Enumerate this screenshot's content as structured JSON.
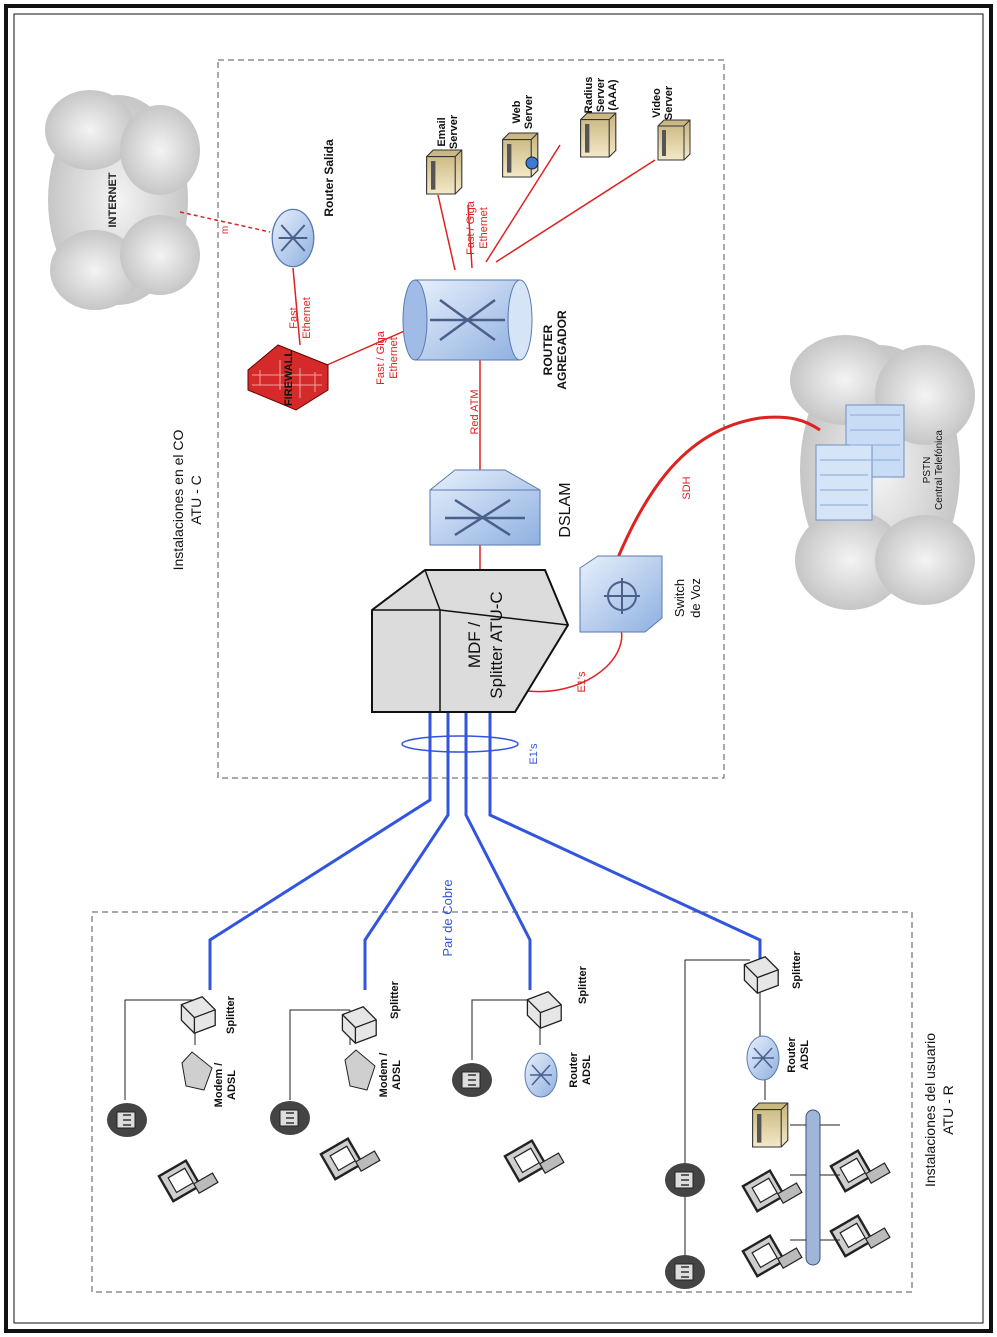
{
  "zones": {
    "co": {
      "title_line1": "Instalaciones en el CO",
      "title_line2": "ATU - C"
    },
    "user": {
      "title_line1": "Instalaciones del usuario",
      "title_line2": "ATU - R"
    }
  },
  "nodes": {
    "internet": "INTERNET",
    "router_salida": "Router Salida",
    "firewall": "FIREWALL",
    "router_agregador_1": "ROUTER",
    "router_agregador_2": "AGREGADOR",
    "email_server_1": "Email",
    "email_server_2": "Server",
    "web_server_1": "Web",
    "web_server_2": "Server",
    "radius_server_1": "Radius",
    "radius_server_2": "Server",
    "radius_server_3": "(AAA)",
    "video_server_1": "Video",
    "video_server_2": "Server",
    "dslam": "DSLAM",
    "mdf_1": "MDF /",
    "mdf_2": "Splitter ATU-C",
    "switch_voz_1": "Switch",
    "switch_voz_2": "de Voz",
    "pstn_1": "PSTN",
    "pstn_2": "Central Telefónica",
    "splitter": "Splitter",
    "modem_adsl_1": "Modem /",
    "modem_adsl_2": "ADSL",
    "router_adsl_1": "Router",
    "router_adsl_2": "ADSL"
  },
  "links": {
    "fast_ethernet_1": "Fast",
    "fast_ethernet_2": "Ethernet",
    "fast_giga_1": "Fast / Giga",
    "fast_giga_2": "Ethernet",
    "fast_giga_servers_1": "Fast / Giga",
    "fast_giga_servers_2": "Ethernet",
    "red_atm": "Red ATM",
    "sdh": "SDH",
    "e1s_red": "E1's",
    "e1s_blue": "E1's",
    "par_de_cobre": "Par de Cobre",
    "internet_link": "m"
  },
  "colors": {
    "link_red": "#dd2222",
    "link_blue": "#3355dd",
    "device_blue": "#b8cff0",
    "firewall_red": "#d42a2a"
  }
}
